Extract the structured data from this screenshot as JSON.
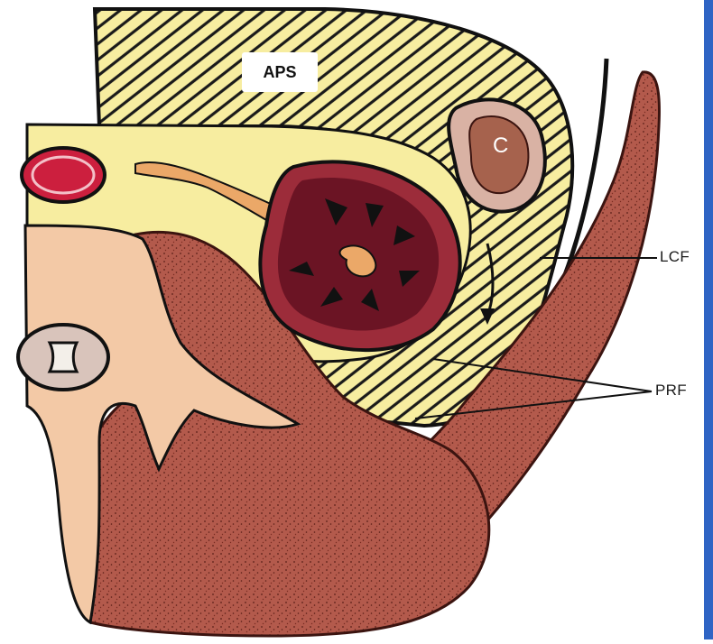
{
  "labels": {
    "aps": "APS",
    "c": "C",
    "lcf": "LCF",
    "prf": "PRF"
  },
  "colors": {
    "fat_yellow": "#f7eda0",
    "hatch_line": "#1a1a1a",
    "muscle_brown": "#b35a4c",
    "muscle_dark": "#6d2a22",
    "kidney_outer": "#9c2c3a",
    "kidney_inner": "#6b1424",
    "pelvis_fat": "#eba868",
    "vertebra": "#f3c9a6",
    "vessel": "#cc1f3e",
    "colon_outer": "#d9b2a4",
    "colon_inner": "#a6624d",
    "frame_blue": "#2f64c4"
  }
}
